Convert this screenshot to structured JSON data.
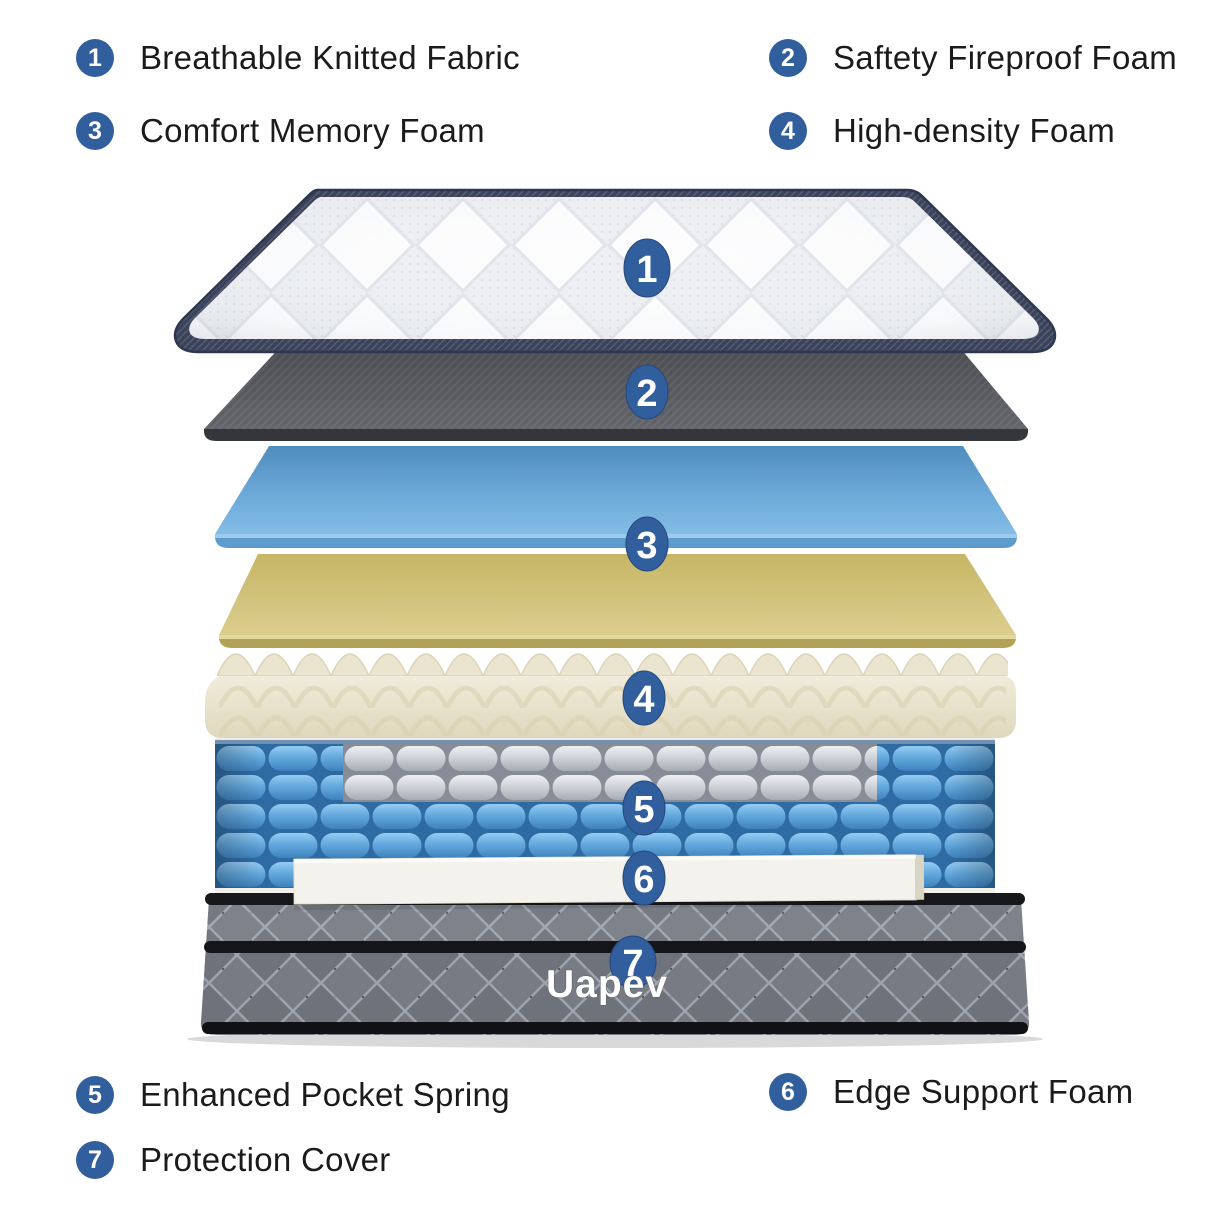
{
  "callouts": [
    {
      "num": "1",
      "label": "Breathable Knitted Fabric"
    },
    {
      "num": "2",
      "label": "Saftety Fireproof Foam"
    },
    {
      "num": "3",
      "label": "Comfort Memory Foam"
    },
    {
      "num": "4",
      "label": "High-density Foam"
    },
    {
      "num": "5",
      "label": "Enhanced Pocket Spring"
    },
    {
      "num": "6",
      "label": "Edge Support Foam"
    },
    {
      "num": "7",
      "label": "Protection Cover"
    }
  ],
  "diagram": {
    "brand_logo": "Uapev",
    "layer_badges": [
      {
        "num": "1",
        "layer": "breathable-knitted-fabric"
      },
      {
        "num": "2",
        "layer": "fireproof-foam"
      },
      {
        "num": "3",
        "layer": "comfort-memory-foam"
      },
      {
        "num": "4",
        "layer": "high-density-foam"
      },
      {
        "num": "5",
        "layer": "enhanced-pocket-spring"
      },
      {
        "num": "6",
        "layer": "edge-support-foam"
      },
      {
        "num": "7",
        "layer": "protection-cover"
      }
    ]
  },
  "colors": {
    "badge_blue": "#315f9d",
    "text_dark": "#1b1b1b",
    "quilt_white": "#fdfdfe",
    "piping_navy": "#3a4257",
    "fireproof_gray": "#56585e",
    "memory_foam_blue": "#6fadd9",
    "high_density_yellow": "#cdbd72",
    "egg_crate_cream": "#ece5d1",
    "spring_blue": "#61a7dc",
    "spring_gray": "#d3d6da",
    "edge_foam_white": "#f4f2ec",
    "cover_gray": "#6d727b",
    "piping_black": "#17181c"
  }
}
